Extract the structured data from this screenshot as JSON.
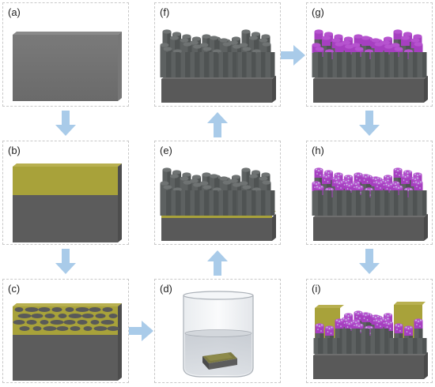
{
  "panels": [
    {
      "id": "a",
      "label": "(a)"
    },
    {
      "id": "b",
      "label": "(b)"
    },
    {
      "id": "c",
      "label": "(c)"
    },
    {
      "id": "d",
      "label": "(d)"
    },
    {
      "id": "e",
      "label": "(e)"
    },
    {
      "id": "f",
      "label": "(f)"
    },
    {
      "id": "g",
      "label": "(g)"
    },
    {
      "id": "h",
      "label": "(h)"
    },
    {
      "id": "i",
      "label": "(i)"
    }
  ],
  "colors": {
    "substrate_front": "#595959",
    "substrate_top": "#7f7f7f",
    "gold_film": "#a8a23a",
    "pillar_side": "#5d6161",
    "pillar_top": "#6f7373",
    "purple_coating": "#a63fc0",
    "nanoparticle": "#c9d7e6",
    "arrow": "#a9cbe9",
    "border": "#c8c8c8",
    "liquid": "#b9bec6"
  }
}
